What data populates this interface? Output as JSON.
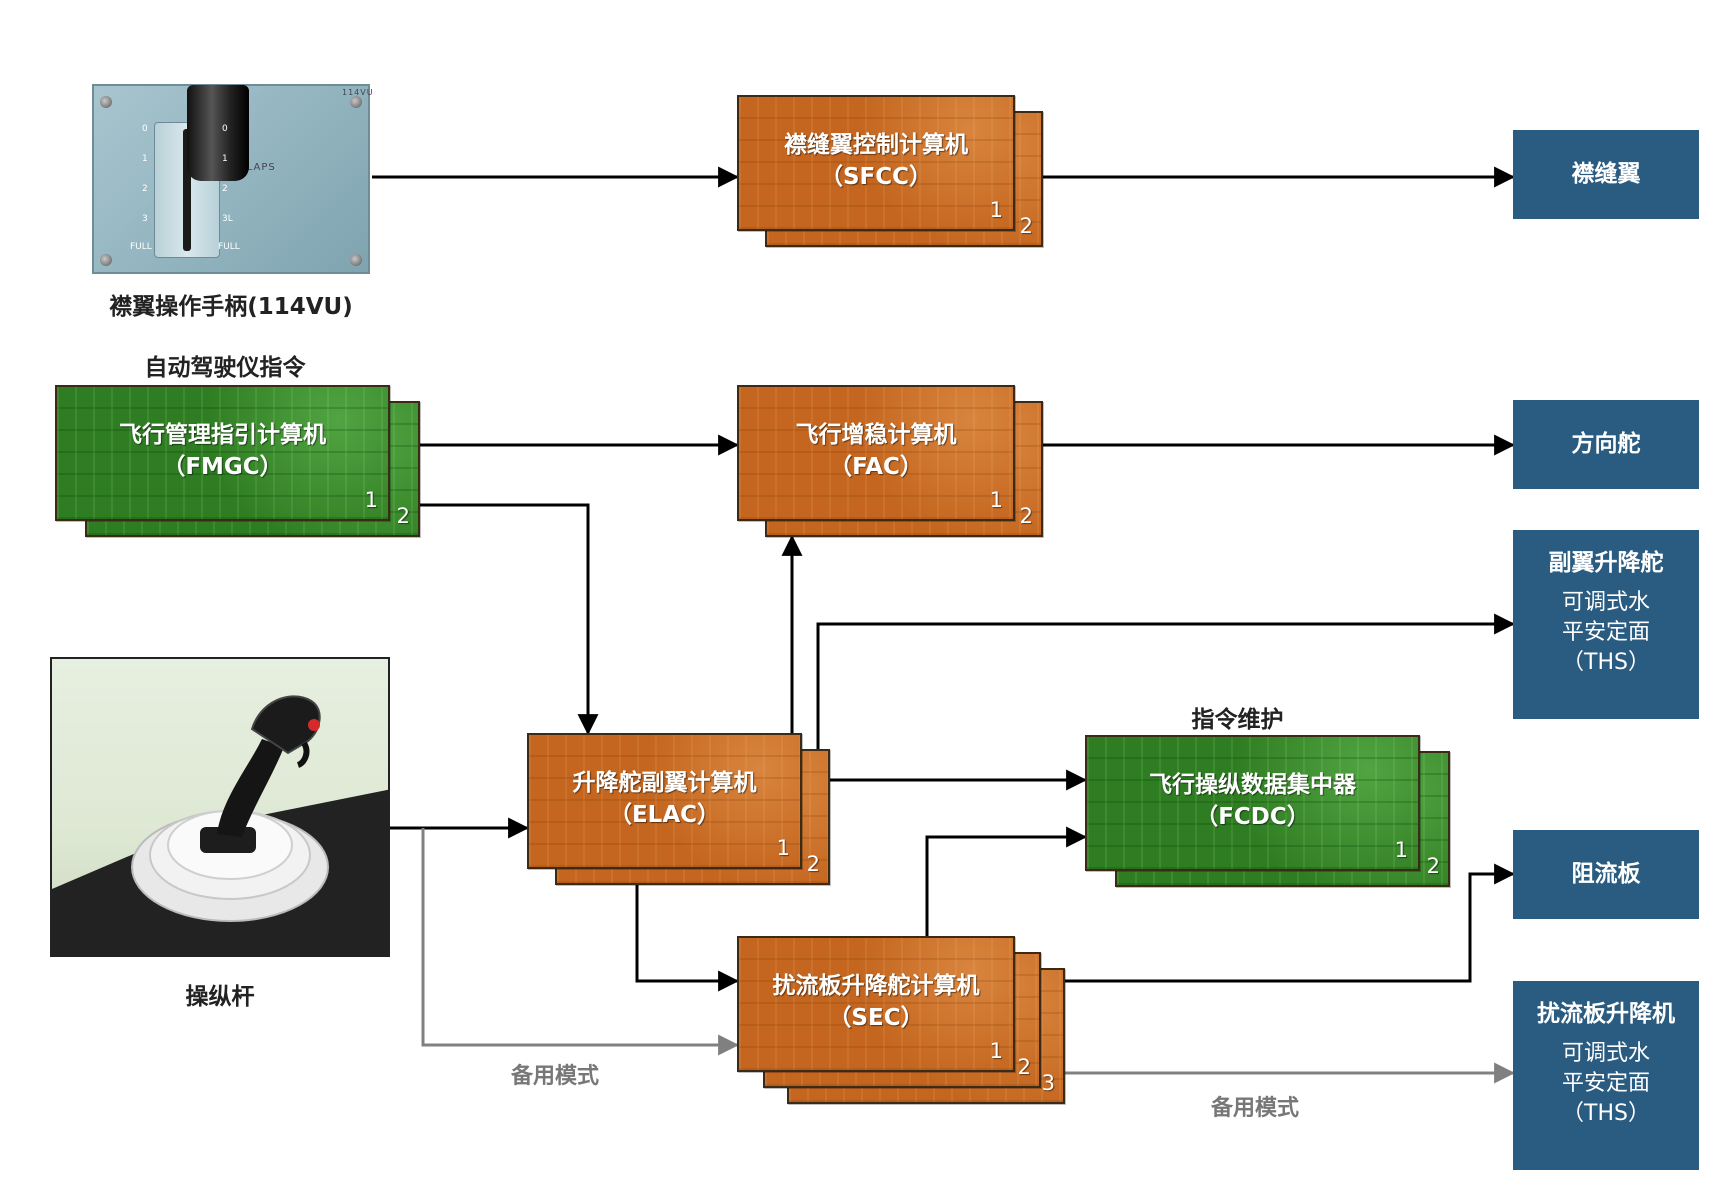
{
  "flap_lever": {
    "caption": "襟翼操作手柄(114VU)",
    "panel_tag": "114VU",
    "panel_text": "FLAPS",
    "positions": [
      "0",
      "1",
      "2",
      "3",
      "FULL"
    ],
    "positions_right": [
      "0",
      "1",
      "2",
      "3L",
      "FULL"
    ]
  },
  "autopilot_label": "自动驾驶仪指令",
  "joystick_caption": "操纵杆",
  "command_maintenance_label": "指令维护",
  "backup_mode_left": "备用模式",
  "backup_mode_right": "备用模式",
  "computers": {
    "sfcc": {
      "name": "襟缝翼控制计算机",
      "code": "（SFCC）",
      "units": [
        "1",
        "2"
      ]
    },
    "fmgc": {
      "name": "飞行管理指引计算机",
      "code": "（FMGC）",
      "units": [
        "1",
        "2"
      ]
    },
    "fac": {
      "name": "飞行增稳计算机",
      "code": "（FAC）",
      "units": [
        "1",
        "2"
      ]
    },
    "elac": {
      "name": "升降舵副翼计算机",
      "code": "（ELAC）",
      "units": [
        "1",
        "2"
      ]
    },
    "fcdc": {
      "name": "飞行操纵数据集中器",
      "code": "（FCDC）",
      "units": [
        "1",
        "2"
      ]
    },
    "sec": {
      "name": "扰流板升降舵计算机",
      "code": "（SEC）",
      "units": [
        "1",
        "2",
        "3"
      ]
    }
  },
  "surfaces": {
    "slats_flaps": {
      "title": "襟缝翼"
    },
    "rudder": {
      "title": "方向舵"
    },
    "aileron_elevator": {
      "title": "副翼升降舵",
      "sub": [
        "可调式水",
        "平安定面",
        "（THS）"
      ]
    },
    "spoilers": {
      "title": "阻流板"
    },
    "spoiler_elevator": {
      "title": "扰流板升降机",
      "sub": [
        "可调式水",
        "平安定面",
        "（THS）"
      ]
    }
  },
  "colors": {
    "orange_card": "#c4661f",
    "green_card": "#2f7d22",
    "surface_box": "#2a5b80",
    "arrow_main": "#000000",
    "arrow_backup": "#808080"
  }
}
